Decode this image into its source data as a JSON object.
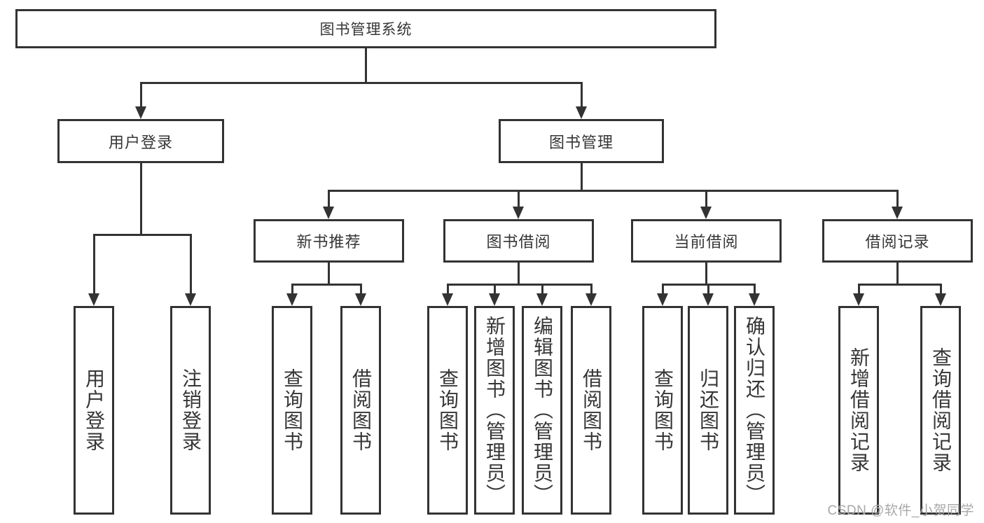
{
  "page": {
    "background": "#ffffff",
    "line_color": "#333333",
    "text_color": "#363636",
    "watermark": {
      "text": "CSDN @软件_小贺同学",
      "color": "#a8a8a8"
    }
  },
  "tree": {
    "root": {
      "label": "图书管理系统"
    },
    "branches": [
      {
        "label": "用户登录",
        "children": [
          {
            "label": "用户登录"
          },
          {
            "label": "注销登录"
          }
        ]
      },
      {
        "label": "图书管理",
        "children": [
          {
            "label": "新书推荐",
            "children": [
              {
                "label": "查询图书"
              },
              {
                "label": "借阅图书"
              }
            ]
          },
          {
            "label": "图书借阅",
            "children": [
              {
                "label": "查询图书"
              },
              {
                "label": "新增图书（管理员）"
              },
              {
                "label": "编辑图书（管理员）"
              },
              {
                "label": "借阅图书"
              }
            ]
          },
          {
            "label": "当前借阅",
            "children": [
              {
                "label": "查询图书"
              },
              {
                "label": "归还图书"
              },
              {
                "label": "确认归还（管理员）"
              }
            ]
          },
          {
            "label": "借阅记录",
            "children": [
              {
                "label": "新增借阅记录"
              },
              {
                "label": "查询借阅记录"
              }
            ]
          }
        ]
      }
    ]
  }
}
